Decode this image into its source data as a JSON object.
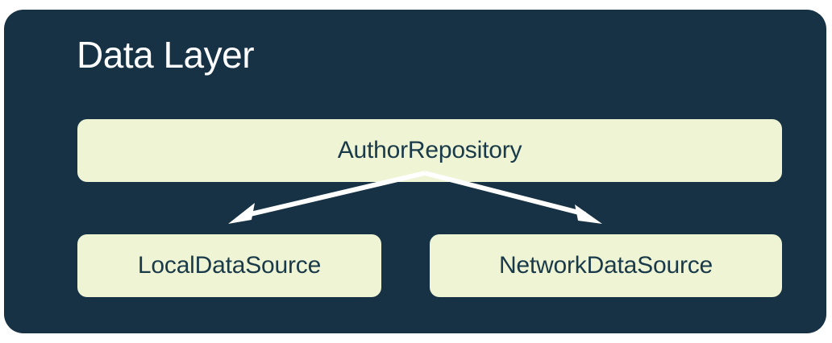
{
  "diagram": {
    "title": "Data Layer",
    "background_color": "#173244",
    "node_fill_color": "#EEF4D4",
    "node_text_color": "#1A3A4A",
    "title_color": "#FFFFFF",
    "arrow_color": "#FFFFFF",
    "nodes": [
      {
        "id": "repository",
        "label": "AuthorRepository"
      },
      {
        "id": "local",
        "label": "LocalDataSource"
      },
      {
        "id": "network",
        "label": "NetworkDataSource"
      }
    ],
    "edges": [
      {
        "from": "repository",
        "to": "local",
        "arrow": "down-left"
      },
      {
        "from": "repository",
        "to": "network",
        "arrow": "down-right"
      }
    ]
  }
}
